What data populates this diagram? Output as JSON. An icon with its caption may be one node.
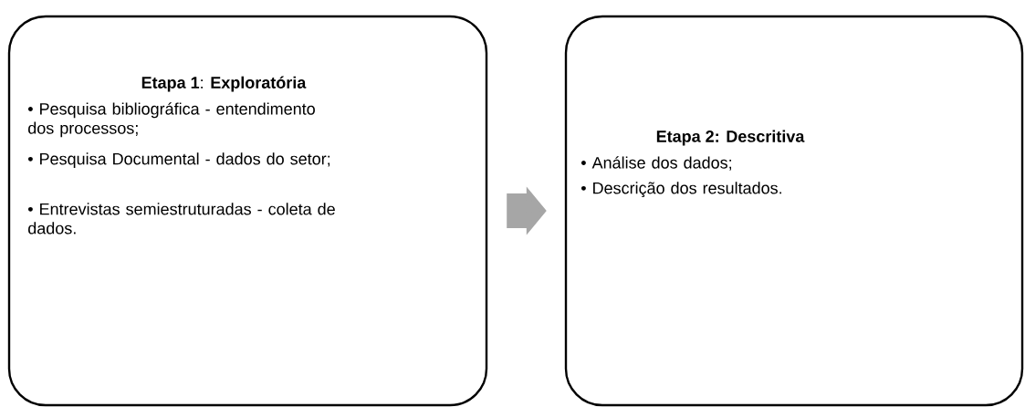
{
  "diagram": {
    "nodes": [
      {
        "text": [
          "**Etapa 1**: **Exploratória**",
          "• Pesquisa bibliográfica - entendimento dos processos;",
          "• Pesquisa Documental - dados do setor;",
          "• Entrevistas semiestruturadas - coleta de dados."
        ]
      },
      {
        "text": [
          "Etapa 2: Descritiva",
          "•  Análise dos dados;",
          "•  Descrição dos resultados."
        ]
      }
    ],
    "edges": [
      {
        "from": 0,
        "to": 1,
        "arrow": "to",
        "color": "#a6a6a6"
      }
    ]
  }
}
